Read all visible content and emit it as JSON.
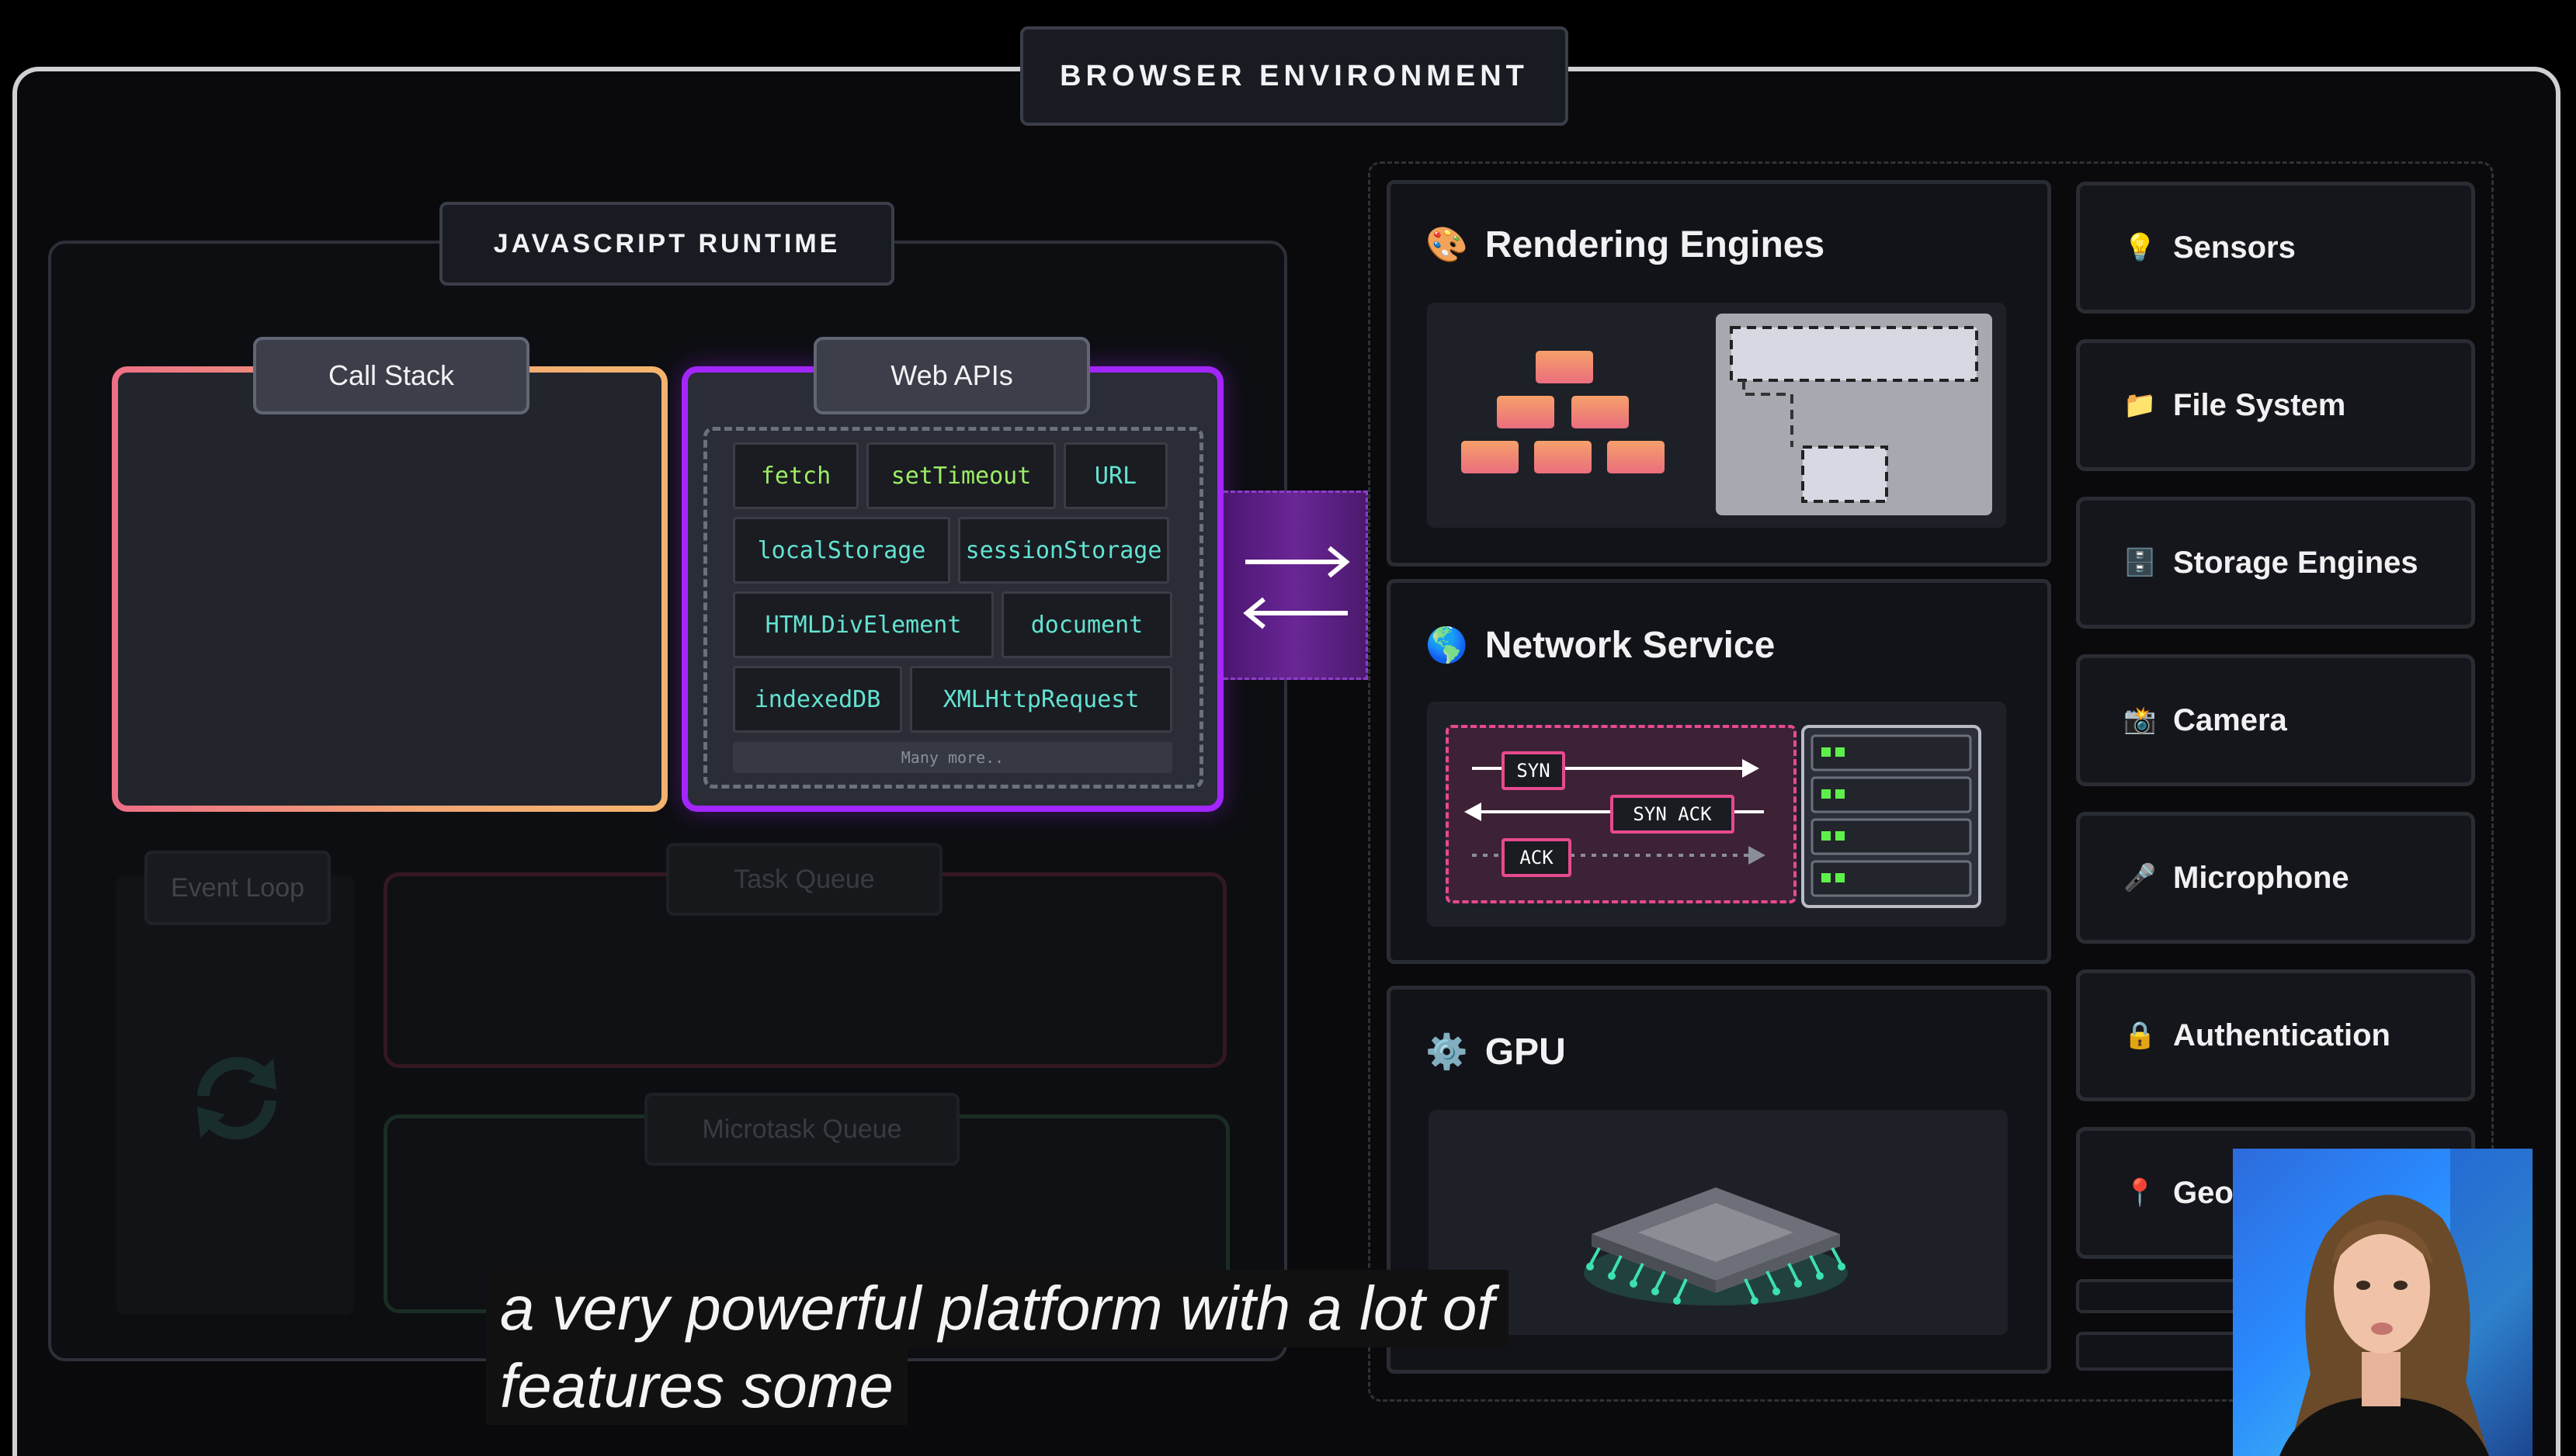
{
  "browser": {
    "title": "BROWSER ENVIRONMENT"
  },
  "runtime": {
    "title": "JAVASCRIPT RUNTIME",
    "call_stack": "Call Stack",
    "web_apis": {
      "title": "Web APIs",
      "apis": [
        "fetch",
        "setTimeout",
        "URL",
        "localStorage",
        "sessionStorage",
        "HTMLDivElement",
        "document",
        "indexedDB",
        "XMLHttpRequest"
      ],
      "more": "Many more.."
    },
    "event_loop": "Event Loop",
    "task_queue": "Task Queue",
    "microtask_queue": "Microtask Queue"
  },
  "services": {
    "rendering": {
      "title": "Rendering Engines",
      "icon": "palette-icon"
    },
    "network": {
      "title": "Network Service",
      "icon": "globe-icon",
      "syn": "SYN",
      "syn_ack": "SYN ACK",
      "ack": "ACK"
    },
    "gpu": {
      "title": "GPU",
      "icon": "gear-icon"
    }
  },
  "side": [
    {
      "label": "Sensors",
      "icon": "bulb-icon"
    },
    {
      "label": "File System",
      "icon": "folder-icon"
    },
    {
      "label": "Storage Engines",
      "icon": "cabinet-icon"
    },
    {
      "label": "Camera",
      "icon": "camera-icon"
    },
    {
      "label": "Microphone",
      "icon": "microphone-icon"
    },
    {
      "label": "Authentication",
      "icon": "lock-icon"
    },
    {
      "label": "Geol",
      "icon": "pin-icon"
    }
  ],
  "caption": {
    "line1": "a very powerful platform with a lot of",
    "line2": "features some"
  }
}
